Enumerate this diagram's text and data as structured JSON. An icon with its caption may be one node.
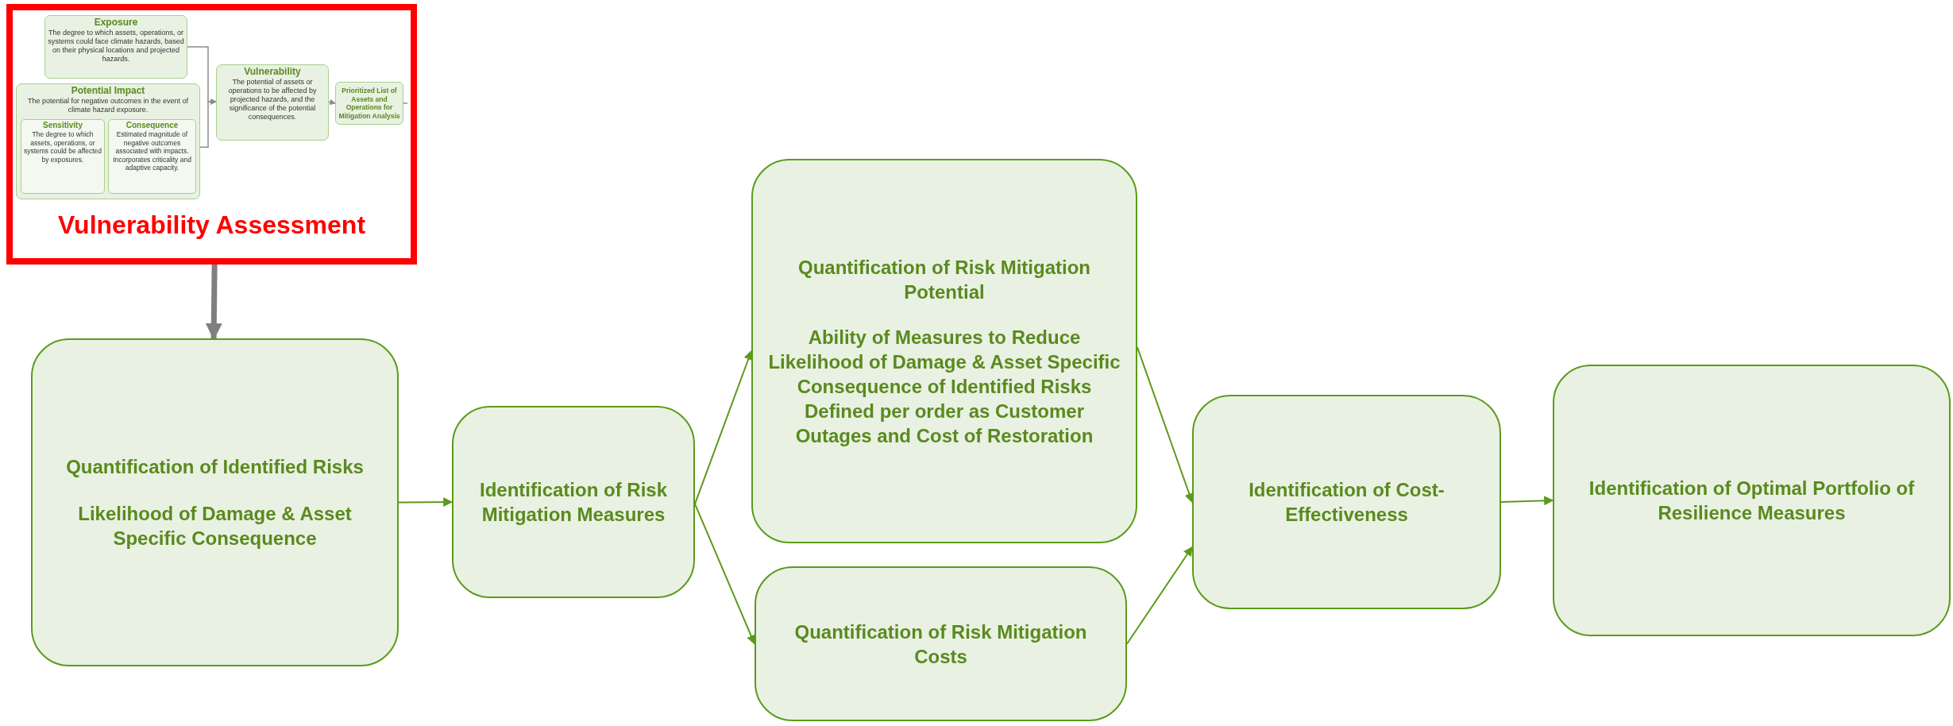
{
  "diagram": {
    "nodes": [
      {
        "text": [
          "Vulnerability Assessment"
        ]
      },
      {
        "text": [
          "Exposure",
          "The degree to which assets, operations, or systems could face climate hazards, based on their physical locations and projected hazards."
        ],
        "in": 0
      },
      {
        "text": [
          "Potential Impact",
          "The potential for negative outcomes in the event of climate hazard exposure."
        ],
        "in": 0
      },
      {
        "text": [
          "Sensitivity",
          "The degree to which assets, operations, or systems could be affected by exposures."
        ],
        "in": 2
      },
      {
        "text": [
          "Consequence",
          "Estimated magnitude of negative outcomes associated with impacts. Incorporates criticality and adaptive capacity."
        ],
        "in": 2
      },
      {
        "text": [
          "Vulnerability",
          "The potential of assets or operations to be affected by projected hazards, and the significance of the potential consequences."
        ],
        "in": 0
      },
      {
        "text": [
          "Prioritized List of Assets and Operations for Mitigation Analysis"
        ],
        "in": 0
      },
      {
        "text": [
          "Quantification of Identified Risks",
          "Likelihood of Damage & Asset Specific Consequence"
        ]
      },
      {
        "text": [
          "Identification of Risk Mitigation Measures"
        ]
      },
      {
        "text": [
          "Quantification of Risk Mitigation Potential",
          "Ability of Measures to Reduce Likelihood of Damage & Asset Specific Consequence of Identified Risks",
          "Defined per order as Customer Outages and Cost of Restoration"
        ]
      },
      {
        "text": [
          "Quantification of Risk Mitigation Costs"
        ]
      },
      {
        "text": [
          "Identification of Cost-Effectiveness"
        ]
      },
      {
        "text": [
          "Identification of Optimal Portfolio of Resilience Measures"
        ]
      }
    ],
    "edges": [
      {
        "from": 1,
        "to": 5,
        "arrow": "to",
        "color": "#8c8c8c"
      },
      {
        "from": 2,
        "to": 5,
        "arrow": "to",
        "color": "#8c8c8c"
      },
      {
        "from": 5,
        "to": 6,
        "arrow": "to",
        "color": "#8c8c8c"
      },
      {
        "from": 6,
        "to": null,
        "arrow": "none",
        "color": "#8c8c8c"
      },
      {
        "from": 0,
        "to": 7,
        "arrow": "to",
        "style": "thick",
        "color": "#7f7f7f"
      },
      {
        "from": 7,
        "to": 8,
        "arrow": "to"
      },
      {
        "from": 8,
        "to": 9,
        "arrow": "to"
      },
      {
        "from": 8,
        "to": 10,
        "arrow": "to"
      },
      {
        "from": 9,
        "to": 11,
        "arrow": "to"
      },
      {
        "from": 10,
        "to": 11,
        "arrow": "to"
      },
      {
        "from": 11,
        "to": 12,
        "arrow": "to"
      }
    ]
  }
}
